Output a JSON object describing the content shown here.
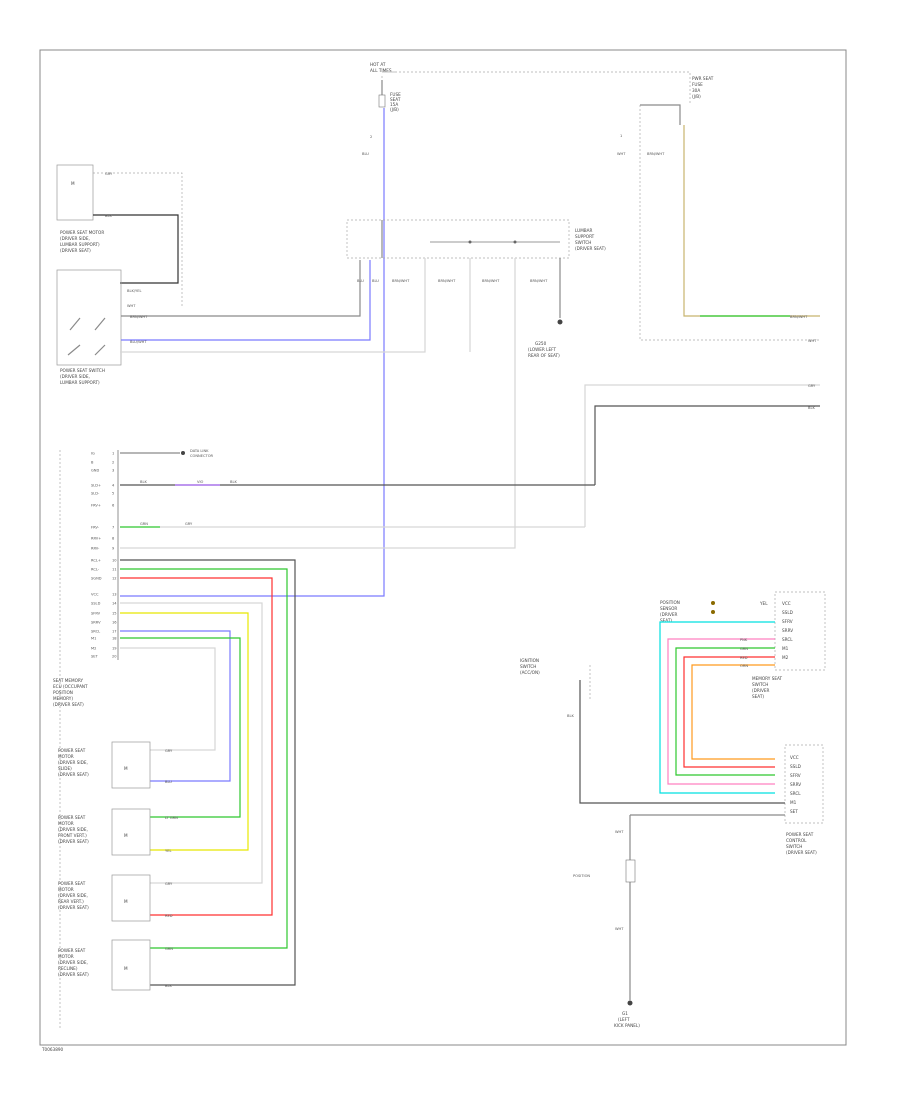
{
  "footer_code": "T0063890",
  "power_source": {
    "line1": "HOT AT",
    "line2": "ALL TIMES"
  },
  "left_fuse": {
    "l1": "FUSE",
    "l2": "SEAT",
    "l3": "15A",
    "l4": "(J/B)"
  },
  "right_fuse": {
    "l1": "PWR SEAT",
    "l2": "FUSE",
    "l3": "30A",
    "l4": "(J/B)"
  },
  "wire_colors": {
    "blu": "BLU",
    "blk": "BLK",
    "wht": "WHT",
    "grn": "GRN",
    "yel": "YEL",
    "red": "RED",
    "brn_wht": "BRN/WHT",
    "orn": "ORN",
    "pnk": "PNK",
    "vio": "VIO",
    "ltgrn": "LT GRN",
    "gry": "GRY",
    "red_blk": "RED/BLK",
    "blk_yel": "BLK/YEL",
    "blu_wht": "BLU/WHT",
    "tan": "TAN",
    "ltblu": "LT BLU"
  },
  "components": {
    "seat_motor_sw": {
      "l1": "POWER SEAT MOTOR",
      "l2": "(DRIVER SIDE,",
      "l3": "LUMBAR SUPPORT)",
      "l4": "(DRIVER SEAT)"
    },
    "seat_sw": {
      "l1": "POWER SEAT SWITCH",
      "l2": "(DRIVER SIDE,",
      "l3": "LUMBAR SUPPORT)"
    },
    "relay": {
      "l1": "LUMBAR",
      "l2": "SUPPORT",
      "l3": "SWITCH",
      "l4": "(DRIVER SEAT)"
    },
    "ground_a": {
      "l1": "G250",
      "l2": "(LOWER LEFT",
      "l3": "REAR OF SEAT)"
    },
    "memory_ecu": {
      "l1": "SEAT MEMORY",
      "l2": "ECU (OCCUPANT",
      "l3": "POSITION",
      "l4": "MEMORY)",
      "l5": "(DRIVER SEAT)"
    },
    "motor1": {
      "l1": "POWER SEAT",
      "l2": "MOTOR",
      "l3": "(DRIVER SIDE,",
      "l4": "SLIDE)",
      "l5": "(DRIVER SEAT)"
    },
    "motor2": {
      "l1": "POWER SEAT",
      "l2": "MOTOR",
      "l3": "(DRIVER SIDE,",
      "l4": "FRONT VERT.)",
      "l5": "(DRIVER SEAT)"
    },
    "motor3": {
      "l1": "POWER SEAT",
      "l2": "MOTOR",
      "l3": "(DRIVER SIDE,",
      "l4": "REAR VERT.)",
      "l5": "(DRIVER SEAT)"
    },
    "motor4": {
      "l1": "POWER SEAT",
      "l2": "MOTOR",
      "l3": "(DRIVER SIDE,",
      "l4": "RECLINE)",
      "l5": "(DRIVER SEAT)"
    },
    "pos_sensor": {
      "l1": "POSITION",
      "l2": "SENSOR",
      "l3": "(DRIVER",
      "l4": "SEAT)"
    },
    "mem_switch": {
      "l1": "MEMORY SEAT",
      "l2": "SWITCH",
      "l3": "(DRIVER",
      "l4": "SEAT)"
    },
    "control_sw": {
      "l1": "POWER SEAT",
      "l2": "CONTROL",
      "l3": "SWITCH",
      "l4": "(DRIVER SEAT)"
    },
    "ignition_sw": {
      "l1": "IGNITION",
      "l2": "SWITCH",
      "l3": "(ACC/ON)"
    },
    "ground_b": {
      "l1": "G1",
      "l2": "(LEFT",
      "l3": "KICK PANEL)"
    },
    "data_link": {
      "l1": "DATA LINK",
      "l2": "CONNECTOR"
    }
  },
  "pins": [
    "IG",
    "B",
    "GND",
    "SLD+",
    "SLD-",
    "FRV+",
    "FRV-",
    "RRV+",
    "RRV-",
    "RCL+",
    "RCL-",
    "SGND",
    "VCC",
    "SSLD",
    "SFRV",
    "SRRV",
    "SRCL",
    "M1",
    "M2",
    "SET"
  ]
}
